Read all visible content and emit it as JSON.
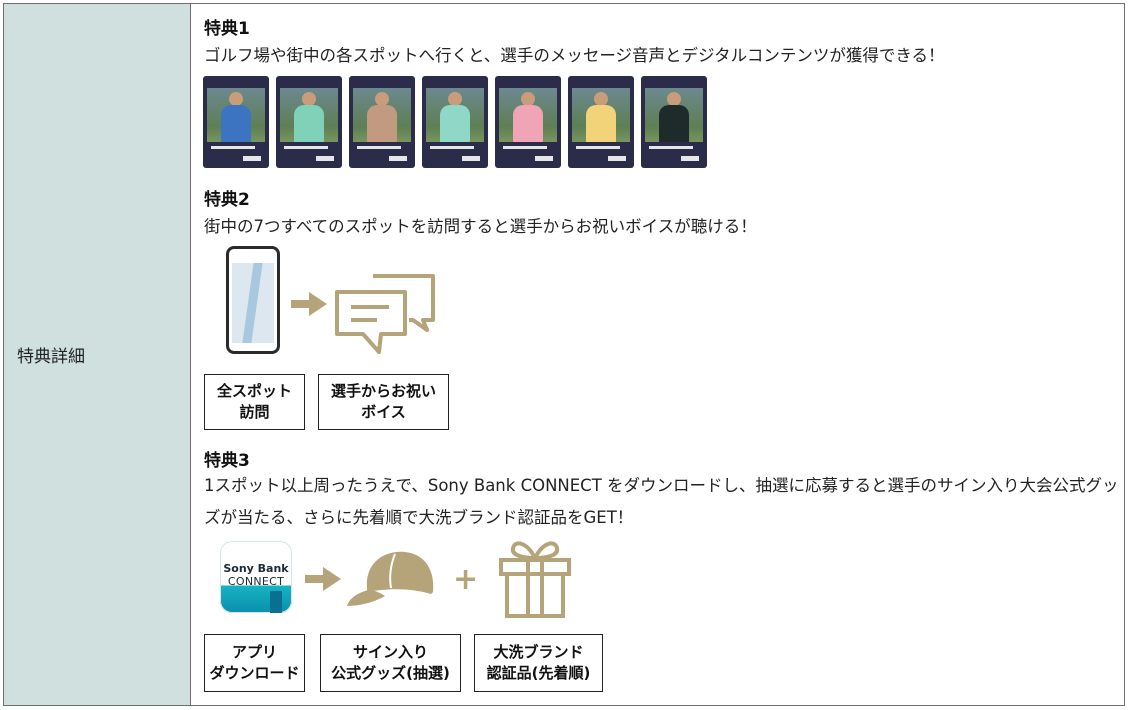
{
  "row_label": "特典詳細",
  "benefit1": {
    "heading": "特典1",
    "description": "ゴルフ場や街中の各スポットへ行くと、選手のメッセージ音声とデジタルコンテンツが獲得できる！",
    "cards": [
      {
        "shirt": "#3d74c2"
      },
      {
        "shirt": "#7fd1b8"
      },
      {
        "shirt": "#c29a7f"
      },
      {
        "shirt": "#8fd8c8"
      },
      {
        "shirt": "#f0a4b6"
      },
      {
        "shirt": "#f2d37a"
      },
      {
        "shirt": "#1f2a2a"
      }
    ]
  },
  "benefit2": {
    "heading": "特典2",
    "description": "街中の7つすべてのスポットを訪問すると選手からお祝いボイスが聴ける！",
    "label1_line1": "全スポット",
    "label1_line2": "訪問",
    "label2_line1": "選手からお祝い",
    "label2_line2": "ボイス"
  },
  "benefit3": {
    "heading": "特典3",
    "description": "1スポット以上周ったうえで、Sony Bank CONNECT をダウンロードし、抽選に応募すると選手のサイン入り大会公式グッズが当たる、さらに先着順で大洗ブランド認証品をGET！",
    "app_name_line1": "Sony Bank",
    "app_name_line2": "CONNECT",
    "label1_line1": "アプリ",
    "label1_line2": "ダウンロード",
    "label2_line1": "サイン入り",
    "label2_line2": "公式グッズ(抽選)",
    "label3_line1": "大洗ブランド",
    "label3_line2": "認証品(先着順)",
    "plus_sign": "+"
  },
  "colors": {
    "label_bg": "#cfe0df",
    "accent_gold": "#b5a47a",
    "border": "#6f6f6f"
  }
}
